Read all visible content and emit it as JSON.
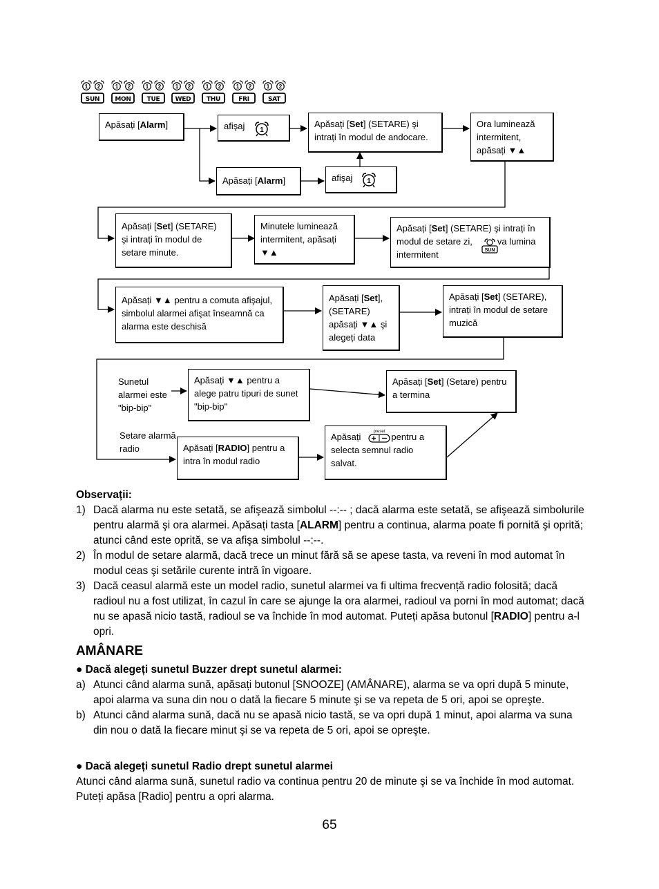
{
  "days": [
    "SUN",
    "MON",
    "TUE",
    "WED",
    "THU",
    "FRI",
    "SAT"
  ],
  "day_icon_digits": [
    "1",
    "2"
  ],
  "flow": {
    "b1": {
      "pre": "Apăsați [",
      "bold": "Alarm",
      "post": "]"
    },
    "b2": {
      "text": "afişaj"
    },
    "b3": {
      "pre": "Apăsați [",
      "bold": "Set",
      "post": "] (SETARE) şi intrați în modul de andocare."
    },
    "b4": {
      "text": "Ora luminează intermitent, apăsați ▼▲"
    },
    "b5": {
      "pre": "Apăsați [",
      "bold": "Alarm",
      "post": "]"
    },
    "b6": {
      "text": "afişaj"
    },
    "b7": {
      "pre": "Apăsați [",
      "bold": "Set",
      "post": "] (SETARE) şi intrați în modul de setare minute."
    },
    "b8": {
      "text": "Minutele luminează intermitent, apăsați ▼▲"
    },
    "b9": {
      "pre": "Apăsați [",
      "bold": "Set",
      "post": "] (SETARE) şi intrați în modul de setare zi,",
      "post2": "va lumina intermitent",
      "icon_label": "SUN"
    },
    "b10": {
      "text": "Apăsați ▼▲ pentru a comuta afişajul, simbolul alarmei afişat înseamnă ca alarma este deschisă"
    },
    "b11": {
      "pre": "Apăsați [",
      "bold": "Set",
      "post": "], (SETARE) apăsați ▼▲ şi alegeți data"
    },
    "b12": {
      "pre": "Apăsați [",
      "bold": "Set",
      "post": "] (SETARE), intrați în modul de setare muzică"
    },
    "side1": "Sunetul alarmei este \"bip-bip\"",
    "side2": "Setare alarmă radio",
    "b13": {
      "text": "Apăsați ▼▲ pentru a alege patru tipuri de sunet \"bip-bip\""
    },
    "b14": {
      "pre": "Apăsați [",
      "bold": "Set",
      "post": "] (Setare) pentru a termina"
    },
    "b15": {
      "pre": "Apăsați [",
      "bold": "RADIO",
      "post": "] pentru a intra în modul radio"
    },
    "b16": {
      "pre": "Apăsați",
      "post": "pentru a selecta semnul radio salvat.",
      "icon_label": "preset"
    }
  },
  "notes": {
    "title": "Observații:",
    "items": [
      {
        "n": "1)",
        "pre": "Dacă alarma nu este setată, se afişează simbolul --:-- ; dacă alarma este setată, se afişează simbolurile pentru alarmă şi ora alarmei. Apăsați tasta [",
        "bold": "ALARM",
        "post": "] pentru a continua, alarma poate fi pornită şi oprită; atunci când este oprită, se va afişa simbolul --:--."
      },
      {
        "n": "2)",
        "pre": "În modul de setare alarmă, dacă trece un minut fără să se apese tasta, va reveni în mod automat în modul ceas şi setările curente intră în vigoare.",
        "bold": "",
        "post": ""
      },
      {
        "n": "3)",
        "pre": "Dacă ceasul alarmă este un model radio, sunetul alarmei va fi ultima frecvență radio folosită; dacă radioul nu a fost utilizat, în cazul în care se ajunge la ora alarmei, radioul va porni în mod automat; dacă nu se apasă nicio tastă, radioul se va închide în mod automat. Puteți apăsa butonul [",
        "bold": "RADIO",
        "post": "] pentru a-l opri."
      }
    ]
  },
  "snooze": {
    "heading": "AMÂNARE",
    "buzzer_title": "● Dacă alegeți sunetul Buzzer drept sunetul alarmei:",
    "buzzer_items": [
      {
        "n": "a)",
        "text": "Atunci când alarma sună, apăsați butonul [SNOOZE] (AMÂNARE), alarma se va opri după 5 minute, apoi alarma va suna din nou o dată la fiecare 5 minute şi se va repeta de 5 ori, apoi se opreşte."
      },
      {
        "n": "b)",
        "text": "Atunci când alarma sună, dacă nu se apasă nicio tastă, se va opri după 1 minut, apoi alarma va suna din nou o dată la fiecare minut şi se va repeta de 5 ori, apoi se opreşte."
      }
    ],
    "radio_title": "● Dacă alegeți sunetul Radio drept sunetul alarmei",
    "radio_text": "Atunci când alarma sună, sunetul radio va continua pentru 20 de minute şi se va închide în mod automat. Puteți apăsa [Radio] pentru a opri alarma."
  },
  "page_number": "65"
}
